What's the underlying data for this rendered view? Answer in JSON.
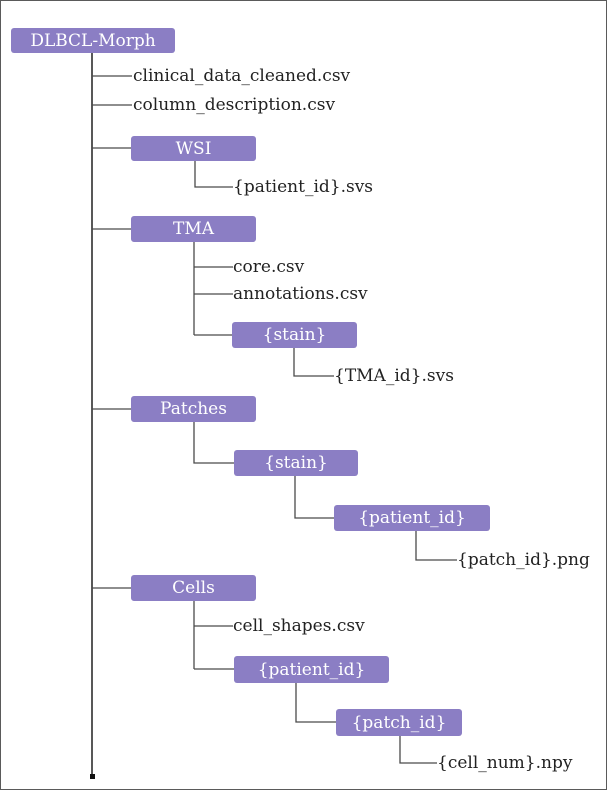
{
  "tree": {
    "root": "DLBCL-Morph",
    "clinical_file": "clinical_data_cleaned.csv",
    "column_file": "column_description.csv",
    "wsi": {
      "label": "WSI",
      "file": "{patient_id}.svs"
    },
    "tma": {
      "label": "TMA",
      "core_file": "core.csv",
      "annotations_file": "annotations.csv",
      "stain": {
        "label": "{stain}",
        "file": "{TMA_id}.svs"
      }
    },
    "patches": {
      "label": "Patches",
      "stain": {
        "label": "{stain}"
      },
      "patient": {
        "label": "{patient_id}",
        "file": "{patch_id}.png"
      }
    },
    "cells": {
      "label": "Cells",
      "shapes_file": "cell_shapes.csv",
      "patient": {
        "label": "{patient_id}"
      },
      "patch": {
        "label": "{patch_id}",
        "file": "{cell_num}.npy"
      }
    }
  },
  "colors": {
    "node": "#8b7ec4",
    "line": "#4a4a4a"
  }
}
